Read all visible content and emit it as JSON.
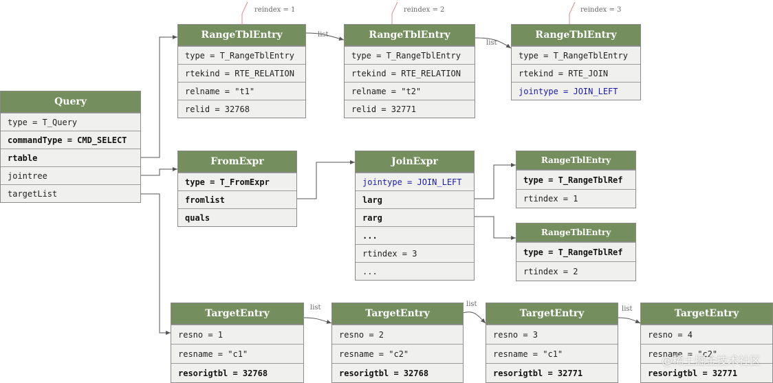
{
  "query": {
    "header": "Query",
    "rows": [
      "type = T_Query",
      "commandType = CMD_SELECT",
      "rtable",
      "jointree",
      "targetList"
    ]
  },
  "rte1": {
    "header": "RangeTblEntry",
    "reindex": "reindex = 1",
    "rows": [
      "type = T_RangeTblEntry",
      "rtekind = RTE_RELATION",
      "relname = \"t1\"",
      "relid = 32768"
    ]
  },
  "rte2": {
    "header": "RangeTblEntry",
    "reindex": "reindex = 2",
    "rows": [
      "type = T_RangeTblEntry",
      "rtekind = RTE_RELATION",
      "relname = \"t2\"",
      "relid = 32771"
    ]
  },
  "rte3": {
    "header": "RangeTblEntry",
    "reindex": "reindex = 3",
    "rows": [
      "type = T_RangeTblEntry",
      "rtekind = RTE_JOIN",
      "jointype = JOIN_LEFT"
    ]
  },
  "fromexpr": {
    "header": "FromExpr",
    "rows": [
      "type = T_FromExpr",
      "fromlist",
      "quals"
    ]
  },
  "joinexpr": {
    "header": "JoinExpr",
    "rows": [
      "jointype = JOIN_LEFT",
      "larg",
      "rarg",
      "...",
      "rtindex = 3",
      "..."
    ]
  },
  "rtref1": {
    "header": "RangeTblEntry",
    "rows": [
      "type = T_RangeTblRef",
      "rtindex = 1"
    ]
  },
  "rtref2": {
    "header": "RangeTblEntry",
    "rows": [
      "type = T_RangeTblRef",
      "rtindex = 2"
    ]
  },
  "te1": {
    "header": "TargetEntry",
    "rows": [
      "resno = 1",
      "resname = \"c1\"",
      "resorigtbl = 32768"
    ]
  },
  "te2": {
    "header": "TargetEntry",
    "rows": [
      "resno = 2",
      "resname = \"c2\"",
      "resorigtbl = 32768"
    ]
  },
  "te3": {
    "header": "TargetEntry",
    "rows": [
      "resno = 3",
      "resname = \"c1\"",
      "resorigtbl = 32771"
    ]
  },
  "te4": {
    "header": "TargetEntry",
    "rows": [
      "resno = 4",
      "resname = \"c2\"",
      "resorigtbl = 32771"
    ]
  },
  "labels": {
    "list": "list"
  },
  "watermark": "@稀土掘金技术社区",
  "colors": {
    "header_bg": "#748e5e",
    "box_bg": "#f0f1ee",
    "blue_text": "#1a1ab0",
    "reindex_line": "#d98a8a"
  }
}
